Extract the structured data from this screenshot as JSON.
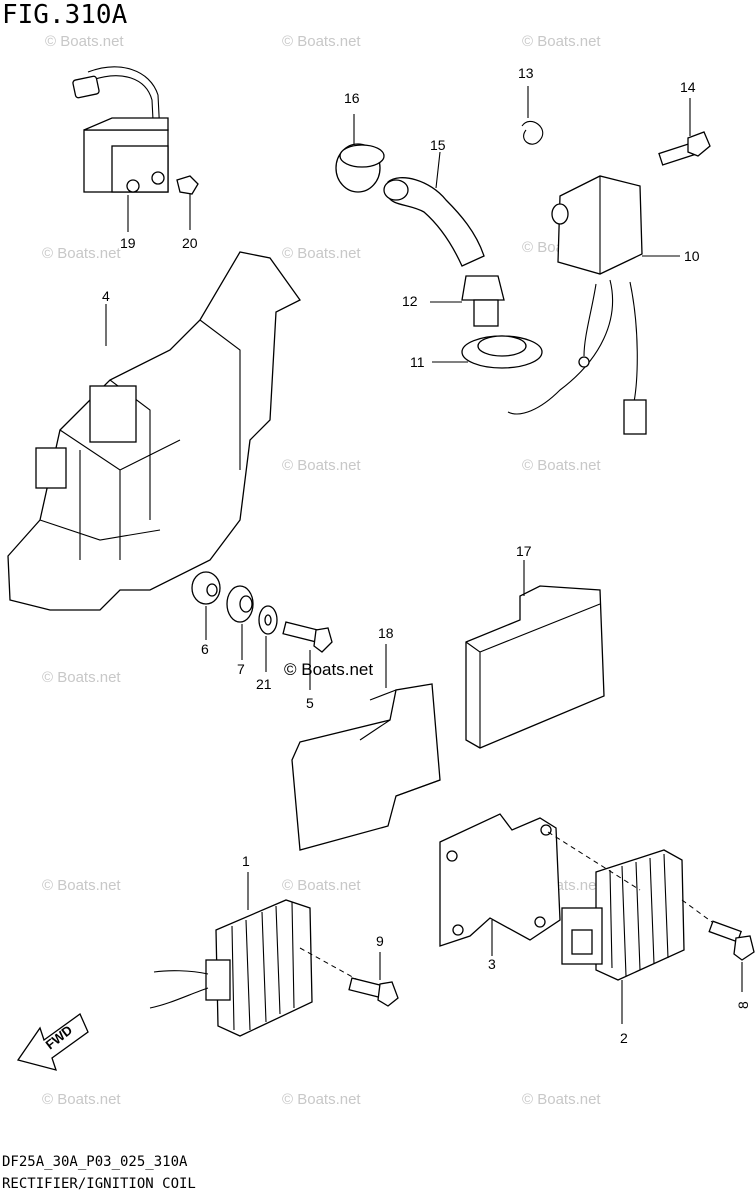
{
  "figure": {
    "title": "FIG.310A",
    "code": "DF25A_30A_P03_025_310A",
    "description": "RECTIFIER/IGNITION COIL"
  },
  "callouts": [
    {
      "id": "c1",
      "label": "1"
    },
    {
      "id": "c2",
      "label": "2"
    },
    {
      "id": "c3",
      "label": "3"
    },
    {
      "id": "c4",
      "label": "4"
    },
    {
      "id": "c5",
      "label": "5"
    },
    {
      "id": "c6",
      "label": "6"
    },
    {
      "id": "c7",
      "label": "7"
    },
    {
      "id": "c8",
      "label": "8"
    },
    {
      "id": "c9",
      "label": "9"
    },
    {
      "id": "c10",
      "label": "10"
    },
    {
      "id": "c11",
      "label": "11"
    },
    {
      "id": "c12",
      "label": "12"
    },
    {
      "id": "c13",
      "label": "13"
    },
    {
      "id": "c14",
      "label": "14"
    },
    {
      "id": "c15",
      "label": "15"
    },
    {
      "id": "c16",
      "label": "16"
    },
    {
      "id": "c17",
      "label": "17"
    },
    {
      "id": "c18",
      "label": "18"
    },
    {
      "id": "c19",
      "label": "19"
    },
    {
      "id": "c20",
      "label": "20"
    },
    {
      "id": "c21",
      "label": "21"
    }
  ],
  "watermark": {
    "text": "© Boats.net",
    "accent": "#c8c8c8"
  },
  "fwd_arrow_label": "FWD"
}
